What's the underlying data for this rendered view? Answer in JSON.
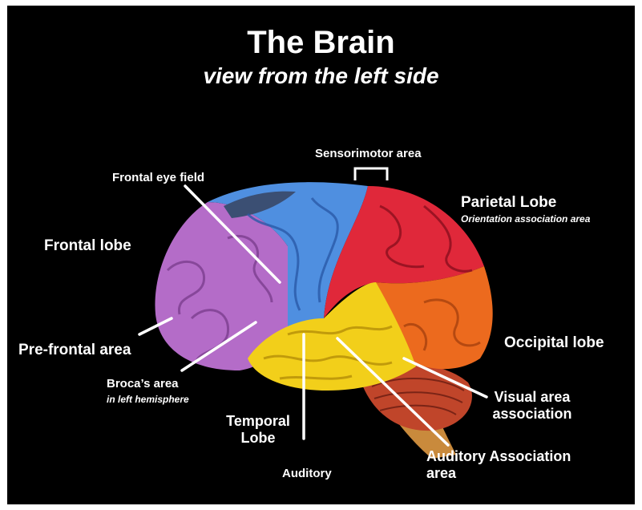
{
  "title": "The Brain",
  "subtitle": "view from the left side",
  "labels": {
    "sensorimotor": "Sensorimotor area",
    "frontal_eye_field": "Frontal eye field",
    "parietal_lobe": "Parietal Lobe",
    "parietal_note": "Orientation association area",
    "frontal_lobe": "Frontal lobe",
    "prefrontal": "Pre-frontal area",
    "occipital": "Occipital lobe",
    "broca": "Broca’s area",
    "broca_note": "in left hemisphere",
    "visual_line1": "Visual area",
    "visual_line2": "association",
    "temporal_line1": "Temporal",
    "temporal_line2": "Lobe",
    "auditory": "Auditory",
    "auditory_assoc_line1": "Auditory Association",
    "auditory_assoc_line2": "area"
  },
  "colors": {
    "background": "#000000",
    "frontal": "#b46cc8",
    "motor": "#4f8fe0",
    "parietal": "#e0283a",
    "occipital": "#ec6a1e",
    "temporal": "#f2cf1a",
    "cerebellum": "#c0452a",
    "brainstem": "#c98a3c",
    "label_line": "#ffffff"
  }
}
